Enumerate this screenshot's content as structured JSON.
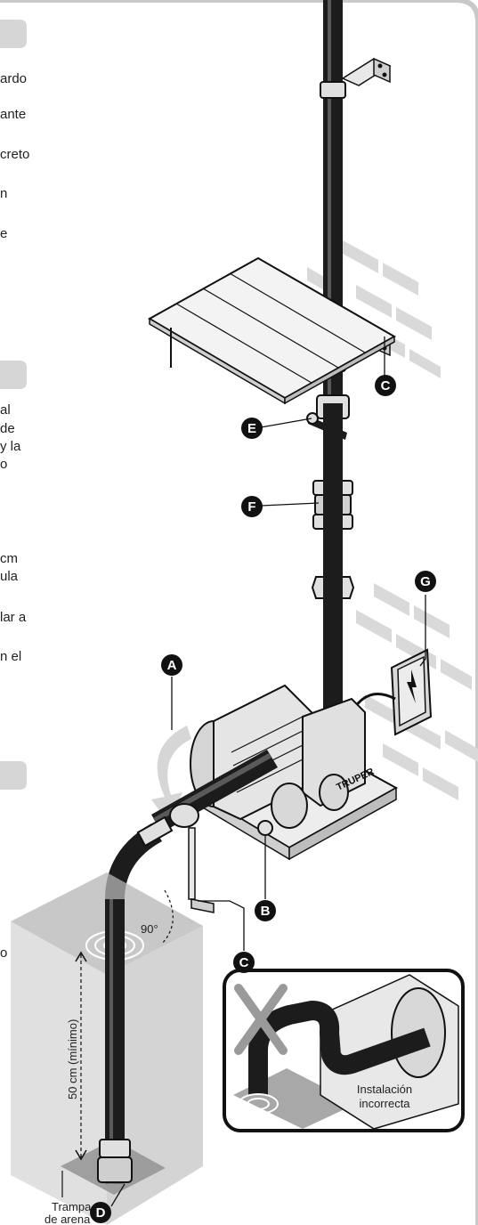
{
  "left_column_fragments": [
    "ardo",
    "ante",
    "creto",
    "n",
    "e",
    "al",
    "de",
    "y la",
    "o",
    "cm",
    "ula",
    "lar a",
    "n el",
    "o"
  ],
  "callouts": {
    "A": "A",
    "B": "B",
    "C_top": "C",
    "C_bottom": "C",
    "D": "D",
    "E": "E",
    "F": "F",
    "G": "G"
  },
  "pump_brand": "TRUPER",
  "angle_label": "90°",
  "distance_label": "50 cm (mínimo)",
  "sand_trap_label": [
    "Trampa",
    "de arena"
  ],
  "inset_label": [
    "Instalación",
    "incorrecta"
  ],
  "colors": {
    "pipe": "#1c1c1c",
    "pipe_highlight": "#5a5a5a",
    "wall": "#d9d9d9",
    "well": "#c4c4c4",
    "header_tab": "#d6d6d6",
    "pump_body": "#e5e5e5",
    "cross": "#9a9a9a"
  }
}
